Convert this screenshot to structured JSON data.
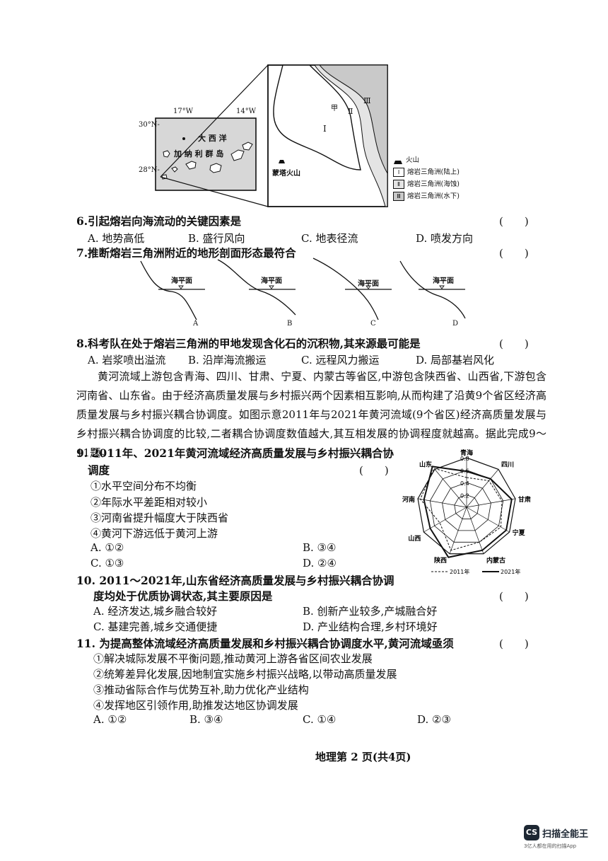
{
  "map": {
    "lon_left": "17°W",
    "lon_right": "14°W",
    "lat_top": "30°N-",
    "lat_bottom": "28°N-",
    "ocean_label": "大 西 洋",
    "islands_label": "加 纳 利 群 岛",
    "zone1": "Ⅰ",
    "zone2": "Ⅱ",
    "zone3": "Ⅲ",
    "point_jia": "甲",
    "volcano_name": "蒙塔火山",
    "legend": {
      "volcano": "火山",
      "i_sym": "Ⅰ",
      "i_text": "熔岩三角洲(陆上)",
      "ii_sym": "Ⅱ",
      "ii_text": "熔岩三角洲(海蚀)",
      "iii_sym": "Ⅲ",
      "iii_text": "熔岩三角洲(水下)"
    }
  },
  "q6": {
    "stem": "6.引起熔岩向海流动的关键因素是",
    "paren": "(　　)",
    "a": "A. 地势高低",
    "b": "B. 盛行风向",
    "c": "C. 地表径流",
    "d": "D. 喷发方向"
  },
  "q7": {
    "stem": "7.推断熔岩三角洲附近的地形剖面形态最符合",
    "paren": "(　　)",
    "sea_level": "海平面",
    "a": "A",
    "b": "B",
    "c": "C",
    "d": "D"
  },
  "q8": {
    "stem": "8.科考队在处于熔岩三角洲的甲地发现含化石的沉积物,其来源最可能是",
    "paren": "(　　)",
    "a": "A. 岩浆喷出溢流",
    "b": "B. 沿岸海流搬运",
    "c": "C. 远程风力搬运",
    "d": "D. 局部基岩风化"
  },
  "passage": "黄河流域上游包含青海、四川、甘肃、宁夏、内蒙古等省区,中游包含陕西省、山西省,下游包含河南省、山东省。由于经济高质量发展与乡村振兴两个因素相互影响,从而构建了沿黄9个省区经济高质量发展与乡村振兴耦合协调度。如图示意2011年与2021年黄河流域(9个省区)经济高质量发展与乡村振兴耦合协调度的比较,二者耦合协调度数值越大,其互相发展的协调程度就越高。据此完成9～11题。",
  "q9": {
    "stem1": "9. 2011年、2021年黄河流域经济高质量发展与乡村振兴耦合协",
    "stem2": "调度",
    "paren": "(　　)",
    "s1": "①水平空间分布不均衡",
    "s2": "②年际水平差距相对较小",
    "s3": "③河南省提升幅度大于陕西省",
    "s4": "④黄河下游远低于黄河上游",
    "a": "A. ①②",
    "b": "B. ③④",
    "c": "C. ①③",
    "d": "D. ②④"
  },
  "q10": {
    "stem1": "10. 2011～2021年,山东省经济高质量发展与乡村振兴耦合协调",
    "stem2": "度均处于优质协调状态,其主要原因是",
    "paren": "(　　)",
    "a": "A. 经济发达,城乡融合较好",
    "b": "B. 创新产业较多,产城融合好",
    "c": "C. 基建完善,城乡交通便捷",
    "d": "D. 产业结构合理,乡村环境好"
  },
  "q11": {
    "stem": "11. 为提高整体流域经济高质量发展和乡村振兴耦合协调度水平,黄河流域亟须",
    "paren": "(　　)",
    "s1": "①解决城际发展不平衡问题,推动黄河上游各省区间农业发展",
    "s2": "②统筹差异化发展,因地制宜实施乡村振兴战略,以带动高质量发展",
    "s3": "③推动省际合作与优势互补,助力优化产业结构",
    "s4": "④发挥地区引领作用,助推发达地区协调发展",
    "a": "A. ①②",
    "b": "B. ③④",
    "c": "C. ①④",
    "d": "D. ②③"
  },
  "footer": "地理第 2 页(共4页)",
  "watermark": {
    "badge": "CS",
    "name": "扫描全能王",
    "tagline": "3亿人都在用的扫描App"
  },
  "chart_data": {
    "type": "radar",
    "categories": [
      "青海",
      "四川",
      "甘肃",
      "宁夏",
      "内蒙古",
      "陕西",
      "山西",
      "河南",
      "山东"
    ],
    "radial_ticks": [
      "0.2",
      "0.4",
      "0.6",
      "0.8"
    ],
    "rmax": 0.8,
    "series": [
      {
        "name": "2011年",
        "values": [
          0.48,
          0.56,
          0.58,
          0.64,
          0.6,
          0.74,
          0.5,
          0.76,
          0.82
        ],
        "style": "dashed"
      },
      {
        "name": "2021年",
        "values": [
          0.58,
          0.6,
          0.74,
          0.74,
          0.74,
          0.86,
          0.68,
          0.7,
          0.86
        ],
        "style": "solid"
      }
    ]
  }
}
